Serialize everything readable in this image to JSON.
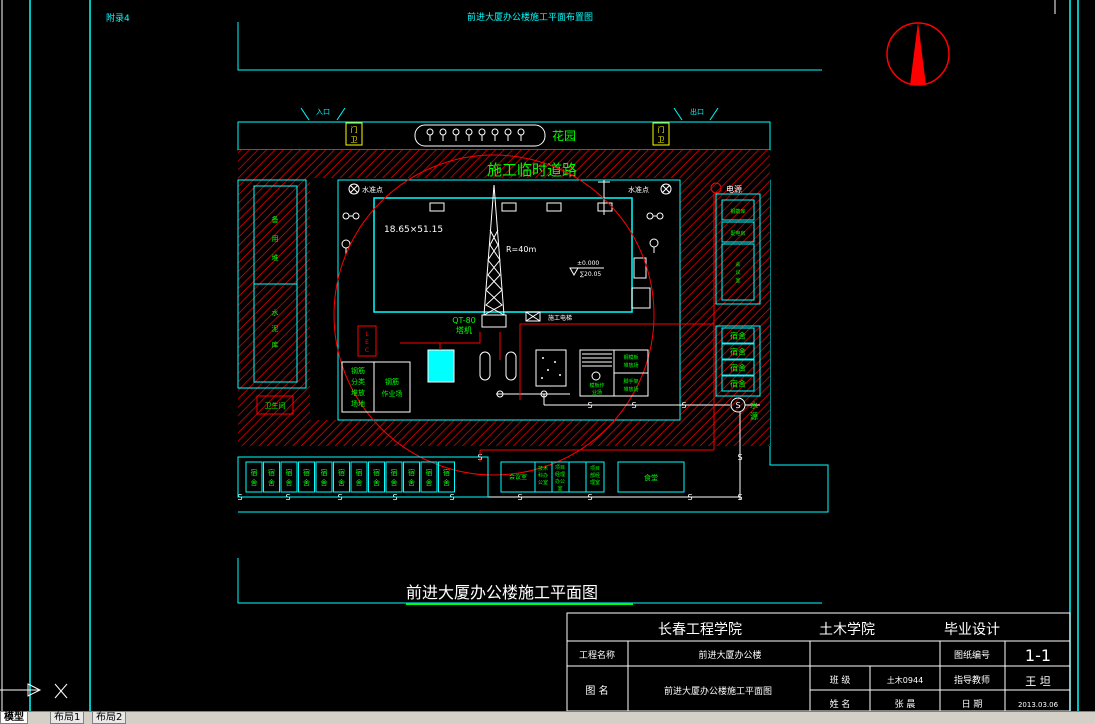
{
  "drawing": {
    "appendix": "附录4",
    "top_title": "前进大厦办公楼施工平面布置图",
    "main_title": "前进大厦办公楼施工平面图",
    "entrance": "入口",
    "exit": "出口",
    "garden": "花园",
    "gate": [
      "门",
      "卫"
    ],
    "road": "施工临时道路",
    "water_point": "水准点",
    "power": "电源",
    "water_source": [
      "水",
      "源"
    ],
    "building_dim": "18.65×51.15",
    "radius": "R=40m",
    "elevation": "±0.000",
    "elevation2": "∑20.05",
    "crane": [
      "QT-80",
      "塔机"
    ],
    "scaffold": "施工电梯",
    "left_storage": [
      [
        "备",
        "用",
        "堆"
      ],
      [
        "水",
        "泥",
        "库"
      ]
    ],
    "toilet": "卫生间",
    "rebar_yard": [
      "钢筋",
      "分类",
      "堆放",
      "场地"
    ],
    "rebar_work": [
      "钢筋",
      "作业场"
    ],
    "dorm": [
      "宿",
      "舍"
    ],
    "right_rooms": [
      [
        "钢筋库"
      ],
      [
        "配电房"
      ],
      [
        "会",
        "议",
        "室"
      ]
    ],
    "bottom_rooms": [
      [
        "会议室"
      ],
      [
        "技术",
        "科办",
        "公室"
      ],
      [
        "项目",
        "经理",
        "办公",
        "室"
      ],
      [
        "项目",
        "部经",
        "理室"
      ],
      [
        "食堂"
      ]
    ],
    "center_rooms": [
      [
        "钢模板",
        "堆放场"
      ],
      [
        "模板作",
        "业场"
      ],
      [
        "脚手架",
        "堆放场"
      ]
    ],
    "pipe_s": "S",
    "lec": [
      "L",
      "E",
      "C"
    ]
  },
  "title_block": {
    "school": "长春工程学院",
    "college": "土木学院",
    "design": "毕业设计",
    "project_name_label": "工程名称",
    "project_name": "前进大厦办公楼",
    "drawing_no_label": "图纸编号",
    "drawing_no": "1-1",
    "drawing_name_label": "图 名",
    "drawing_name": "前进大厦办公楼施工平面图",
    "class_label": "班 级",
    "class_value": "土木0944",
    "advisor_label": "指导教师",
    "advisor": "王 坦",
    "name_label": "姓 名",
    "name": "张 晨",
    "date_label": "日 期",
    "date": "2013.03.06"
  },
  "tabs": [
    "模型",
    "布局1",
    "布局2"
  ],
  "active_tab": 0,
  "colors": {
    "cyan": "#00ffff",
    "red": "#ff0000",
    "green": "#00ff00",
    "white": "#ffffff",
    "yellow": "#ffff00",
    "bg": "#000000"
  }
}
